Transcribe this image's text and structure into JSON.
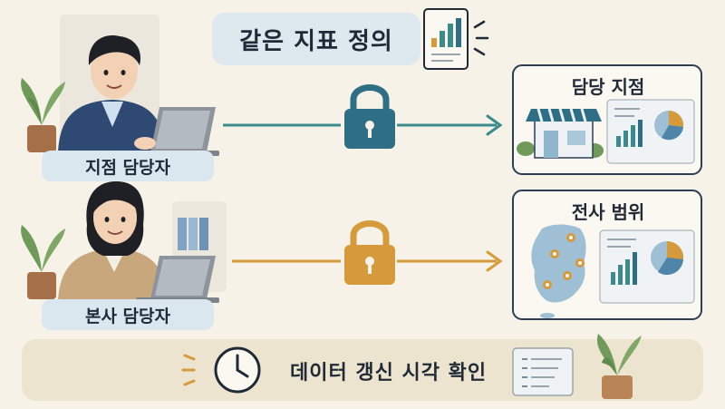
{
  "title": "같은 지표 정의",
  "roles": {
    "branch": "지점 담당자",
    "hq": "본사 담당자"
  },
  "panels": {
    "branch_scope": "담당 지점",
    "company_scope": "전사 범위"
  },
  "footer": {
    "label": "데이터 갱신 시각 확인"
  },
  "colors": {
    "background": "#f6f2e7",
    "teal_lock": "#2f6f86",
    "orange_lock": "#d49a3c",
    "pill_blue": "#dbe7ef",
    "navy": "#1f2a36"
  },
  "icons": [
    "report-chart-icon",
    "padlock-icon",
    "arrow-right-icon",
    "store-icon",
    "pie-chart-icon",
    "bar-chart-icon",
    "korea-map-icon",
    "location-pin-icon",
    "clock-icon",
    "document-icon",
    "potted-plant-icon",
    "laptop-icon"
  ]
}
